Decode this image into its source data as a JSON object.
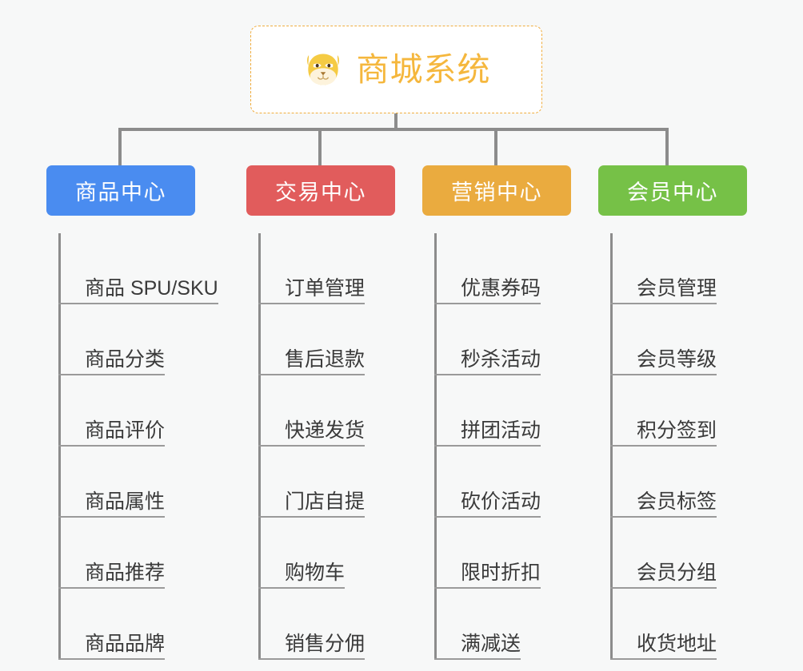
{
  "root": {
    "title": "商城系统",
    "icon": "shiba-dog-face-icon",
    "border_color": "#f0ad3e",
    "title_color": "#f5b73d"
  },
  "canvas": {
    "background": "#f7f8f8",
    "connector_color": "#8c8c8c"
  },
  "columns": [
    {
      "title": "商品中心",
      "color": "#4a8cf0",
      "items": [
        "商品 SPU/SKU",
        "商品分类",
        "商品评价",
        "商品属性",
        "商品推荐",
        "商品品牌"
      ]
    },
    {
      "title": "交易中心",
      "color": "#e15c5c",
      "items": [
        "订单管理",
        "售后退款",
        "快递发货",
        "门店自提",
        "购物车",
        "销售分佣"
      ]
    },
    {
      "title": "营销中心",
      "color": "#eaab3f",
      "items": [
        "优惠券码",
        "秒杀活动",
        "拼团活动",
        "砍价活动",
        "限时折扣",
        "满减送"
      ]
    },
    {
      "title": "会员中心",
      "color": "#76c147",
      "items": [
        "会员管理",
        "会员等级",
        "积分签到",
        "会员标签",
        "会员分组",
        "收货地址"
      ]
    }
  ]
}
